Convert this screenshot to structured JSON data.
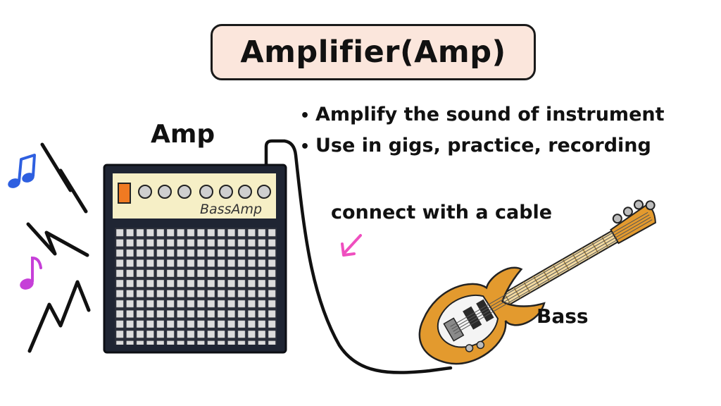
{
  "title": "Amplifier(Amp)",
  "bullets": [
    "Amplify the sound of instrument",
    "Use in gigs, practice, recording"
  ],
  "labels": {
    "amp": "Amp",
    "cable": "connect with a cable",
    "bass": "Bass",
    "amp_brand": "BassAmp"
  },
  "colors": {
    "title_fill": "#fbe6dc",
    "amp_panel": "#f6efc6",
    "amp_cabinet": "#1f2533",
    "amp_switch": "#f07a22",
    "guitar_body": "#e39a2e",
    "note_blue": "#2e5fe0",
    "note_purple": "#c63fd8",
    "arrow_pink": "#ef4fbf"
  },
  "icons": [
    "music-note-icon",
    "sound-wave-icon",
    "arrow-icon"
  ]
}
